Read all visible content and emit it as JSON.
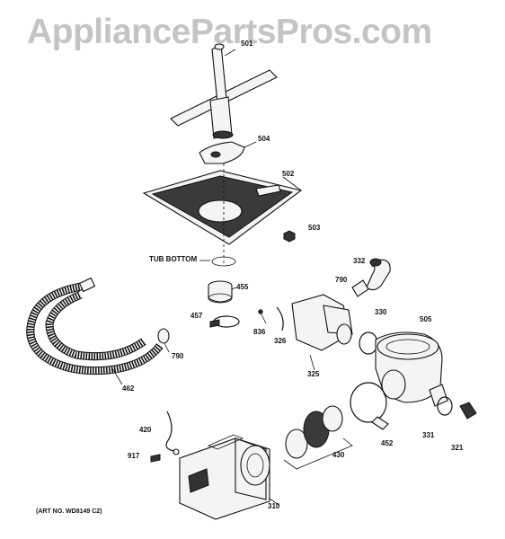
{
  "watermark": "AppliancePartsPros.com",
  "art_number": "(ART NO. WD8149 C2)",
  "labels": {
    "p501": "501",
    "p504": "504",
    "p502": "502",
    "p503": "503",
    "tub_bottom": "TUB BOTTOM",
    "p332": "332",
    "p790a": "790",
    "p455": "455",
    "p457": "457",
    "p836": "836",
    "p326": "326",
    "p330": "330",
    "p505": "505",
    "p790b": "790",
    "p462": "462",
    "p325": "325",
    "p420": "420",
    "p917": "917",
    "p452": "452",
    "p331": "331",
    "p321": "321",
    "p430": "430",
    "p310": "310"
  }
}
